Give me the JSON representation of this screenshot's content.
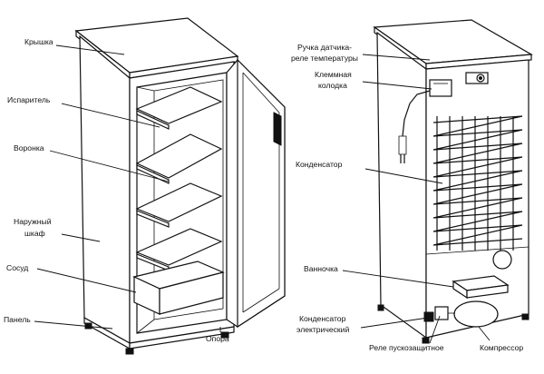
{
  "labels": {
    "lid": "Крышка",
    "evaporator": "Испаритель",
    "funnel": "Воронка",
    "outer_cabinet_1": "Наружный",
    "outer_cabinet_2": "шкаф",
    "vessel": "Сосуд",
    "panel": "Панель",
    "support": "Опора",
    "thermostat_1": "Ручка датчика-",
    "thermostat_2": "реле температуры",
    "terminal_1": "Клеммная",
    "terminal_2": "колодка",
    "condenser": "Конденсатор",
    "tray": "Ванночка",
    "capacitor_1": "Конденсатор",
    "capacitor_2": "электрический",
    "start_relay": "Реле пускозащитное",
    "compressor": "Компрессор"
  }
}
